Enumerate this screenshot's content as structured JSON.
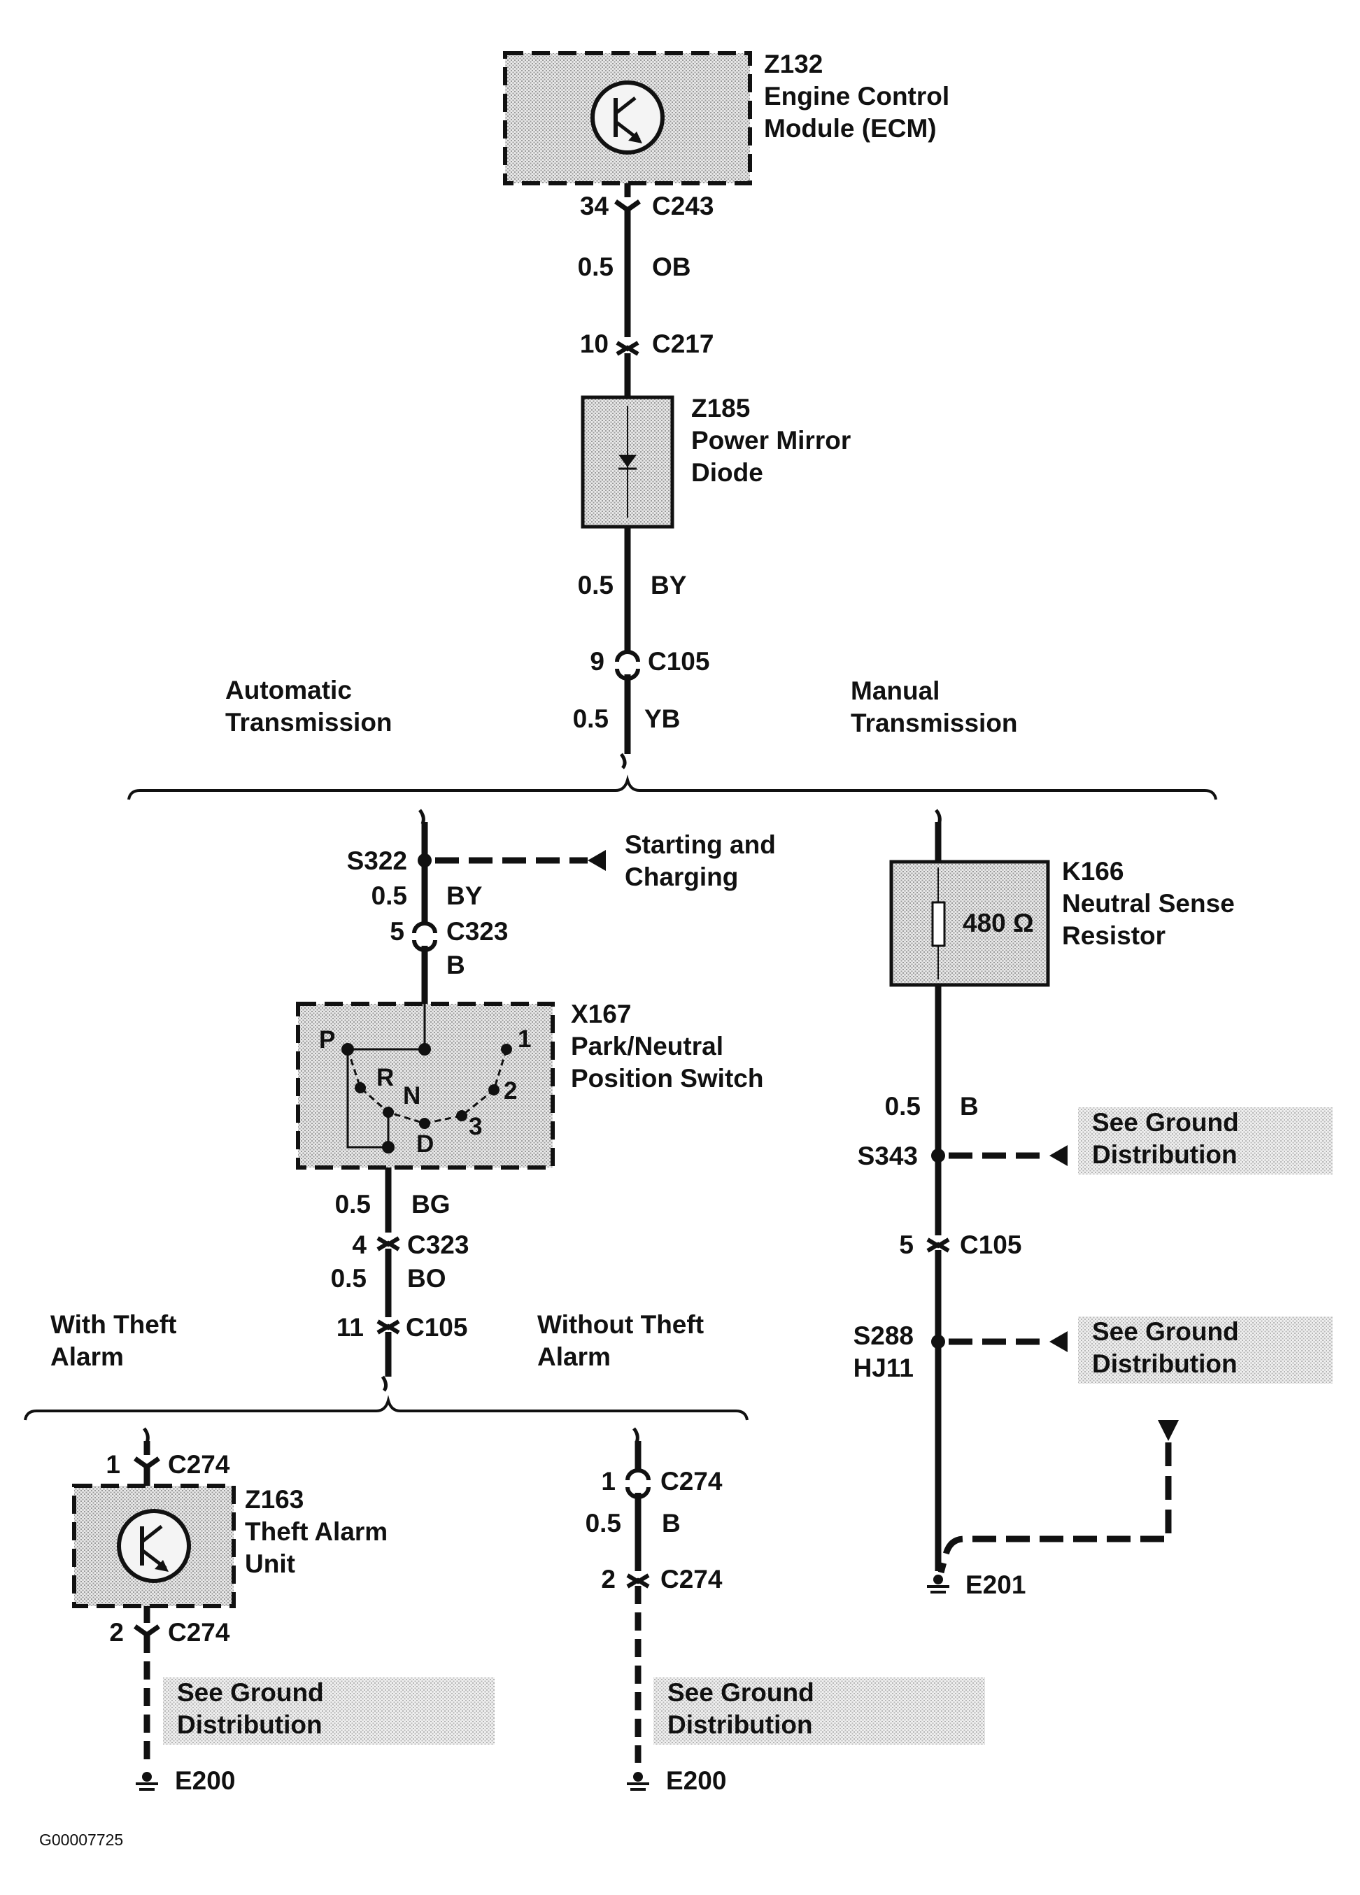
{
  "ecm": {
    "id": "Z132",
    "name_line1": "Engine Control",
    "name_line2": "Module (ECM)"
  },
  "conn_ecm": {
    "pin": "34",
    "id": "C243"
  },
  "wire_ob": {
    "size": "0.5",
    "color": "OB"
  },
  "conn_c217": {
    "pin": "10",
    "id": "C217"
  },
  "diode": {
    "id": "Z185",
    "name_line1": "Power Mirror",
    "name_line2": "Diode"
  },
  "wire_by_top": {
    "size": "0.5",
    "color": "BY"
  },
  "conn_c105_top": {
    "pin": "9",
    "id": "C105"
  },
  "wire_yb": {
    "size": "0.5",
    "color": "YB"
  },
  "branch_auto": {
    "line1": "Automatic",
    "line2": "Transmission"
  },
  "branch_manual": {
    "line1": "Manual",
    "line2": "Transmission"
  },
  "splice_s322": {
    "id": "S322"
  },
  "starting_charging": {
    "line1": "Starting and",
    "line2": "Charging"
  },
  "wire_by_mid": {
    "size": "0.5",
    "color": "BY"
  },
  "conn_c323_top": {
    "pin": "5",
    "id": "C323",
    "color": "B"
  },
  "switch": {
    "id": "X167",
    "name_line1": "Park/Neutral",
    "name_line2": "Position Switch",
    "positions": {
      "p": "P",
      "r": "R",
      "n": "N",
      "d": "D",
      "three": "3",
      "two": "2",
      "one": "1"
    }
  },
  "wire_bg": {
    "size": "0.5",
    "color": "BG"
  },
  "conn_c323_bottom": {
    "pin": "4",
    "id": "C323"
  },
  "wire_bo": {
    "size": "0.5",
    "color": "BO"
  },
  "conn_c105_mid": {
    "pin": "11",
    "id": "C105"
  },
  "branch_theft": {
    "line1": "With Theft",
    "line2": "Alarm"
  },
  "branch_no_theft": {
    "line1": "Without Theft",
    "line2": "Alarm"
  },
  "theft_conn_top": {
    "pin": "1",
    "id": "C274"
  },
  "theft_unit": {
    "id": "Z163",
    "name_line1": "Theft Alarm",
    "name_line2": "Unit"
  },
  "theft_conn_bottom": {
    "pin": "2",
    "id": "C274"
  },
  "theft_ground_box": {
    "line1": "See Ground",
    "line2": "Distribution"
  },
  "theft_ground": {
    "id": "E200"
  },
  "notheft_conn_top": {
    "pin": "1",
    "id": "C274"
  },
  "notheft_wire": {
    "size": "0.5",
    "color": "B"
  },
  "notheft_conn_bottom": {
    "pin": "2",
    "id": "C274"
  },
  "notheft_ground_box": {
    "line1": "See Ground",
    "line2": "Distribution"
  },
  "notheft_ground": {
    "id": "E200"
  },
  "resistor": {
    "id": "K166",
    "name_line1": "Neutral Sense",
    "name_line2": "Resistor",
    "value": "480 Ω"
  },
  "manual_wire": {
    "size": "0.5",
    "color": "B"
  },
  "splice_s343": {
    "id": "S343"
  },
  "s343_ground_box": {
    "line1": "See Ground",
    "line2": "Distribution"
  },
  "conn_c105_manual": {
    "pin": "5",
    "id": "C105"
  },
  "splice_s288": {
    "id": "S288",
    "sub": "HJ11"
  },
  "s288_ground_box": {
    "line1": "See Ground",
    "line2": "Distribution"
  },
  "manual_ground": {
    "id": "E201"
  },
  "figure_id": "G00007725",
  "colors": {
    "ink": "#111111",
    "component_fill": "#d9d9d9",
    "ground_box_fill": "#e6e6e6"
  }
}
